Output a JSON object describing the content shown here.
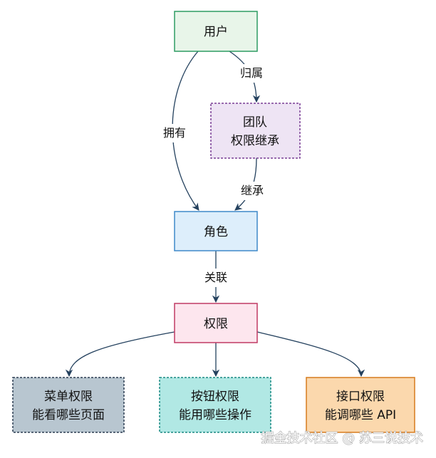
{
  "nodes": {
    "user": {
      "label": "用户",
      "fill": "#e8f5e9",
      "stroke": "#2e9b63"
    },
    "team": {
      "line1": "团队",
      "line2": "权限继承",
      "fill": "#eee4f4",
      "stroke": "#7a3f95"
    },
    "role": {
      "label": "角色",
      "fill": "#ddeefb",
      "stroke": "#3f89c9"
    },
    "permission": {
      "label": "权限",
      "fill": "#fde6ee",
      "stroke": "#c03a64"
    },
    "menu": {
      "line1": "菜单权限",
      "line2": "能看哪些页面",
      "fill": "#b8c6d0",
      "stroke": "#2d3f53"
    },
    "button": {
      "line1": "按钮权限",
      "line2": "能用哪些操作",
      "fill": "#b1e8e4",
      "stroke": "#1a8a84"
    },
    "api": {
      "line1": "接口权限",
      "line2": "能调哪些 API",
      "fill": "#fbd8ad",
      "stroke": "#d67b1e"
    }
  },
  "edges": {
    "user_team": "归属",
    "user_role": "拥有",
    "team_role": "继承",
    "role_permission": "关联"
  },
  "watermark": "掘金技术社区 @ 苏三说技术"
}
